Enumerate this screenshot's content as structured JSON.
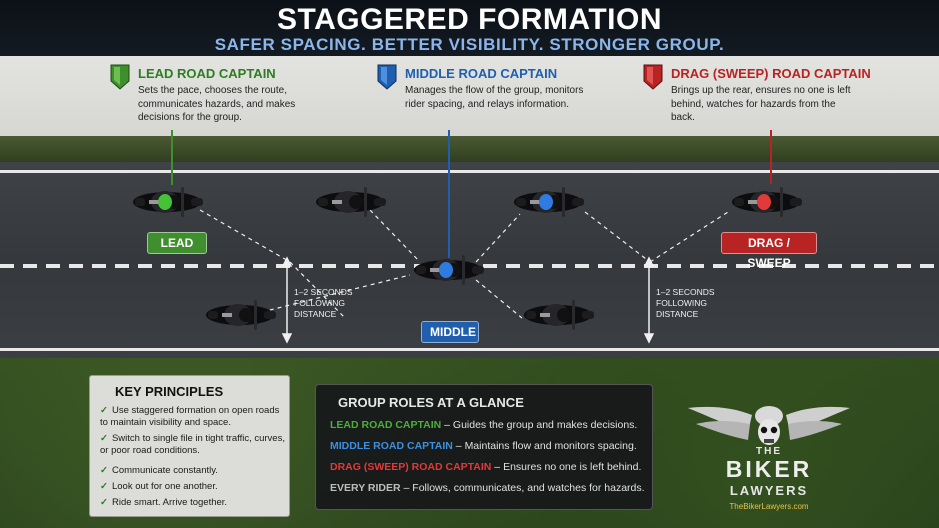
{
  "header": {
    "title": "STAGGERED FORMATION",
    "subtitle": "SAFER SPACING. BETTER VISIBILITY. STRONGER GROUP."
  },
  "roles": {
    "lead": {
      "title": "LEAD ROAD CAPTAIN",
      "desc": "Sets the pace, chooses the route, communicates hazards, and makes decisions for the group.",
      "color": "#3f8f2e"
    },
    "middle": {
      "title": "MIDDLE ROAD CAPTAIN",
      "desc": "Manages the flow of the group, monitors rider spacing, and relays information.",
      "color": "#1f5fae"
    },
    "drag": {
      "title": "DRAG (SWEEP) ROAD CAPTAIN",
      "desc": "Brings up the rear, ensures no one is left behind, watches for hazards from the back.",
      "color": "#b82323"
    }
  },
  "road": {
    "tags": {
      "lead": "LEAD",
      "middle": "MIDDLE",
      "drag": "DRAG / SWEEP"
    },
    "following_left": "1–2 SECONDS FOLLOWING DISTANCE",
    "following_right": "1–2 SECONDS FOLLOWING DISTANCE"
  },
  "principles": {
    "title": "KEY PRINCIPLES",
    "items": [
      "Use staggered formation on open roads to maintain visibility and space.",
      "Switch to single file in tight traffic, curves, or poor road conditions.",
      "Communicate constantly.",
      "Look out for one another.",
      "Ride smart. Arrive together."
    ]
  },
  "glance": {
    "title": "GROUP ROLES AT A GLANCE",
    "rows": [
      {
        "role": "LEAD ROAD CAPTAIN",
        "text": " – Guides the group and makes decisions.",
        "color": "#4caf3a"
      },
      {
        "role": "MIDDLE ROAD CAPTAIN",
        "text": " – Maintains flow and monitors spacing.",
        "color": "#3d8fe0"
      },
      {
        "role": "DRAG (SWEEP) ROAD CAPTAIN",
        "text": " – Ensures no one is left behind.",
        "color": "#e03a3a"
      },
      {
        "role": "EVERY RIDER",
        "text": " – Follows, communicates, and watches for hazards.",
        "color": "#bdbdbd"
      }
    ]
  },
  "brand": {
    "the": "THE",
    "name": "BIKER",
    "sub": "LAWYERS",
    "url": "TheBikerLawyers.com"
  }
}
